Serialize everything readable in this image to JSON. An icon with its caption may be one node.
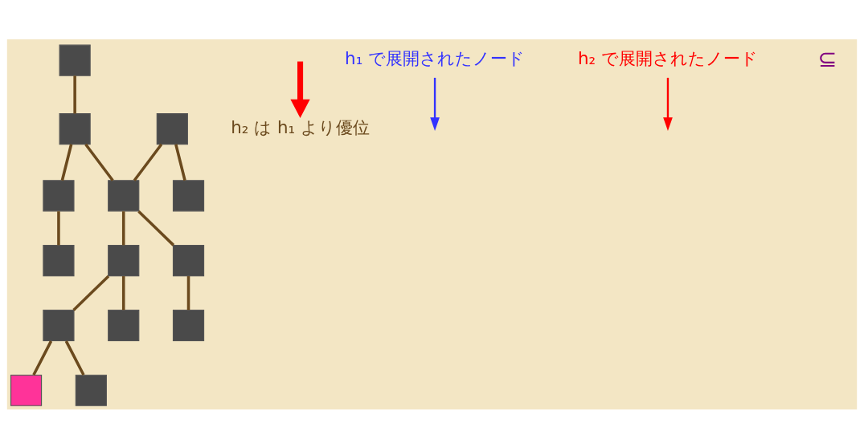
{
  "diagram": {
    "nodes": [
      {
        "text": [],
        "shape": "box"
      },
      {
        "text": [],
        "shape": "box"
      },
      {
        "text": [],
        "shape": "box"
      },
      {
        "text": [],
        "shape": "box"
      },
      {
        "text": [],
        "shape": "box"
      },
      {
        "text": [],
        "shape": "box"
      },
      {
        "text": [],
        "shape": "box"
      },
      {
        "text": [],
        "shape": "box"
      },
      {
        "text": [],
        "shape": "box"
      },
      {
        "text": [],
        "shape": "box"
      },
      {
        "text": [],
        "shape": "box"
      },
      {
        "text": [],
        "shape": "box"
      },
      {
        "text": [],
        "shape": "box"
      },
      {
        "text": [],
        "shape": "box"
      },
      {
        "text": [
          "h₂ は h₁ より優位"
        ]
      },
      {
        "text": [
          "h₁ で展開されたノード"
        ]
      },
      {
        "text": [
          "h₂ で展開されたノード"
        ]
      }
    ],
    "edges": [
      {
        "from": 0,
        "to": 3,
        "arrow": "none"
      },
      {
        "from": 2,
        "to": 1,
        "arrow": "none"
      },
      {
        "from": 2,
        "to": 4,
        "arrow": "none"
      },
      {
        "from": 3,
        "to": 4,
        "arrow": "none"
      },
      {
        "from": 3,
        "to": 6,
        "arrow": "none"
      },
      {
        "from": 6,
        "to": 10,
        "arrow": "none"
      },
      {
        "from": 4,
        "to": 5,
        "arrow": "none"
      },
      {
        "from": 5,
        "to": 8,
        "arrow": "none"
      },
      {
        "from": 4,
        "to": 7,
        "arrow": "none"
      },
      {
        "from": 7,
        "to": 9,
        "arrow": "none"
      },
      {
        "from": 7,
        "to": 12,
        "arrow": "none"
      },
      {
        "from": 9,
        "to": 11,
        "arrow": "none"
      },
      {
        "from": 9,
        "to": 13,
        "arrow": "none"
      },
      {
        "from": null,
        "to": 14,
        "arrow": "to",
        "style": "thick",
        "color": "#ff0000"
      },
      {
        "from": 15,
        "to": null,
        "arrow": "to",
        "color": "#3333ff"
      },
      {
        "from": 16,
        "to": null,
        "arrow": "to",
        "color": "#ff0000"
      }
    ],
    "labels": [
      "⊆"
    ]
  }
}
